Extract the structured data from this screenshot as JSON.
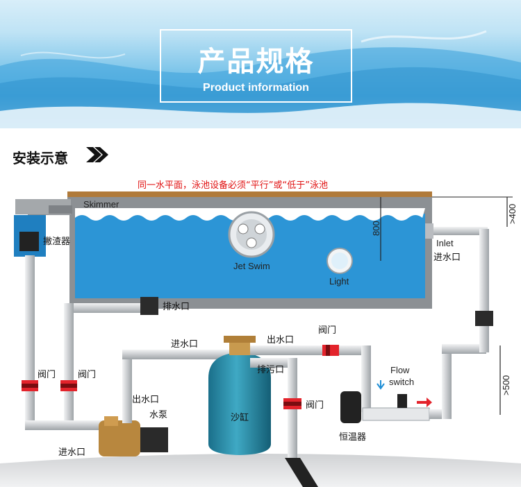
{
  "header": {
    "title_cn": "产品规格",
    "title_en": "Product information"
  },
  "section": {
    "title": "安装示意"
  },
  "diagram": {
    "note": "同一水平面，泳池设备必须“平行”或“低于”泳池",
    "skimmer": "Skimmer",
    "basket": "撇渣器",
    "jet_swim": "Jet Swim",
    "light": "Light",
    "inlet_en": "Inlet",
    "inlet_cn": "进水口",
    "dim_800": "800",
    "dim_400": ">400",
    "dim_500": ">500",
    "drain": "排水口",
    "sand_inlet": "进水口",
    "sand_outlet": "出水口",
    "valve_top": "阀门",
    "waste": "排污口",
    "flow_switch_line1": "Flow",
    "flow_switch_line2": "switch",
    "valve_left1": "阀门",
    "valve_left2": "阀门",
    "pump_outlet": "出水口",
    "sand_tank": "沙缸",
    "valve_waste": "阀门",
    "pump": "水泵",
    "pump_inlet": "进水口",
    "heater": "恒温器"
  },
  "colors": {
    "water": "#2c95d6",
    "pipe": "#d7d9db",
    "valve": "#e3232b",
    "note": "#e01010"
  }
}
